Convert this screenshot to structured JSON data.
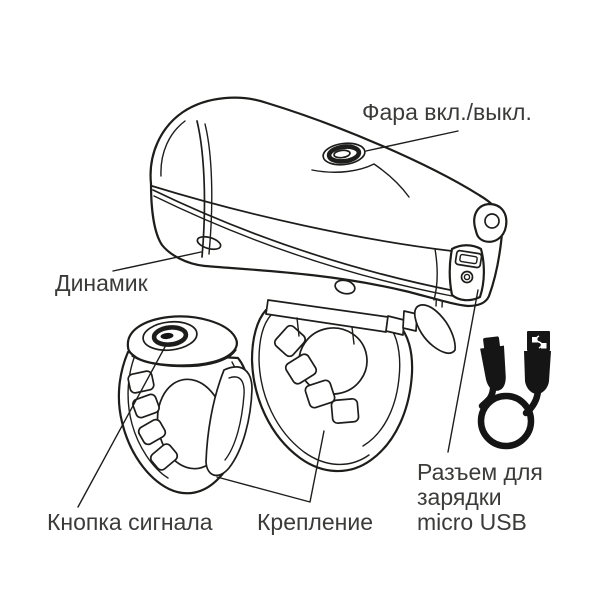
{
  "figure": {
    "kind": "line-art product diagram",
    "subject": "bicycle headlight with horn remote, handlebar mount and micro USB cable"
  },
  "labels": {
    "power": "Фара вкл./выкл.",
    "speaker": "Динамик",
    "signal": "Кнопка сигнала",
    "mount": "Крепление",
    "usb": "Разъем для\nзарядки\nmicro USB"
  },
  "colors": {
    "line": "#1d1d1b",
    "text": "#3b3b3a",
    "cable": "#151515",
    "background": "#ffffff"
  }
}
